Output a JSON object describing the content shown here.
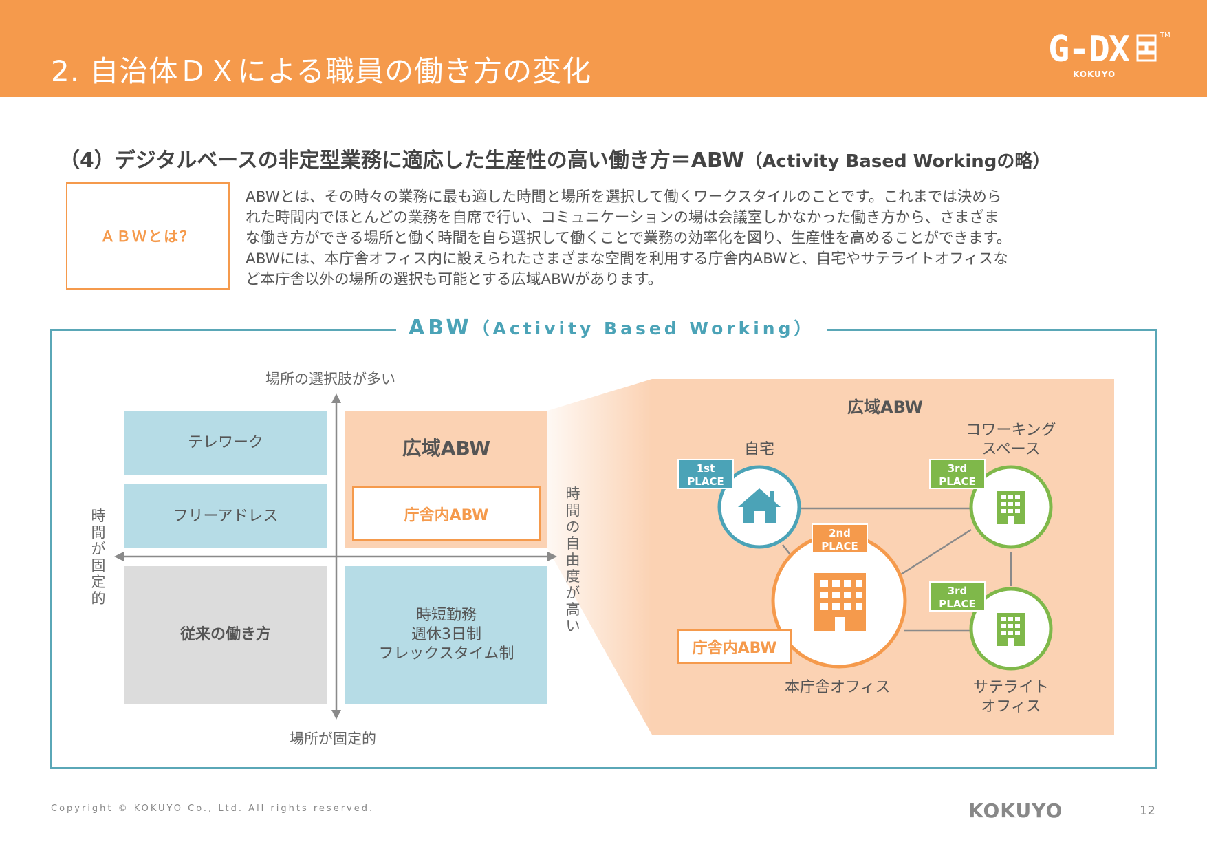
{
  "header": {
    "title": "2. 自治体ＤＸによる職員の働き方の変化",
    "logo_main": "G-DX",
    "logo_tm": "TM",
    "logo_sub": "KOKUYO"
  },
  "section": {
    "heading": "（4）デジタルベースの非定型業務に適応した生産性の高い働き方＝ABW",
    "heading_sub": "（Activity Based Workingの略）"
  },
  "abw_box": {
    "label": "ＡＢＷとは？"
  },
  "description": {
    "lines": [
      "ABWとは、その時々の業務に最も適した時間と場所を選択して働くワークスタイルのことです。これまでは決めら",
      "れた時間内でほとんどの業務を自席で行い、コミュニケーションの場は会議室しかなかった働き方から、さまざま",
      "な働き方ができる場所と働く時間を自ら選択して働くことで業務の効率化を図り、生産性を高めることができます。",
      "ABWには、本庁舎オフィス内に設えられたさまざまな空間を利用する庁舎内ABWと、自宅やサテライトオフィスな",
      "ど本庁舎以外の場所の選択も可能とする広域ABWがあります。"
    ]
  },
  "frame": {
    "title_main": "ABW",
    "title_sub": "（Activity Based Working）"
  },
  "matrix": {
    "axis_top": "場所の選択肢が多い",
    "axis_bottom": "場所が固定的",
    "axis_left": "時間が固定的",
    "axis_right": "時間の自由度が高い",
    "telework": "テレワーク",
    "free_address": "フリーアドレス",
    "traditional": "従来の働き方",
    "short_lines": [
      "時短勤務",
      "週休3日制",
      "フレックスタイム制"
    ],
    "wide_abw": "広域ABW",
    "inner_abw": "庁舎内ABW"
  },
  "detail": {
    "title": "広域ABW",
    "home_label": "自宅",
    "cowork_lines": [
      "コワーキング",
      "スペース"
    ],
    "honsha_label": "本庁舎オフィス",
    "satellite_lines": [
      "サテライト",
      "オフィス"
    ],
    "honsha_tag": "庁舎内ABW",
    "badge_1st": [
      "1st",
      "PLACE"
    ],
    "badge_2nd": [
      "2nd",
      "PLACE"
    ],
    "badge_3rd_a": [
      "3rd",
      "PLACE"
    ],
    "badge_3rd_b": [
      "3rd",
      "PLACE"
    ]
  },
  "colors": {
    "orange": "#f59a4c",
    "teal": "#4ba3b7",
    "green": "#7fb84a",
    "light_blue": "#b6dce6",
    "peach": "#fbd2b3",
    "gray": "#dcdcdc"
  },
  "footer": {
    "copyright": "Copyright © KOKUYO Co., Ltd. All rights reserved.",
    "logo": "KOKUYO",
    "page": "12"
  }
}
